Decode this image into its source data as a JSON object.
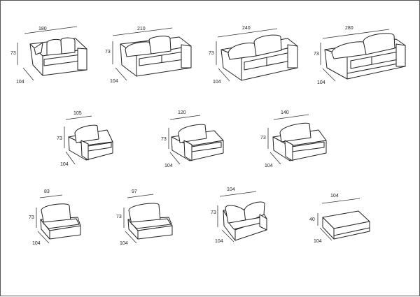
{
  "row1": [
    {
      "kind": "sofa",
      "width": "180",
      "height": "73",
      "depth": "104"
    },
    {
      "kind": "sofa",
      "width": "210",
      "height": "73",
      "depth": "104"
    },
    {
      "kind": "sofa",
      "width": "240",
      "height": "73",
      "depth": "104"
    },
    {
      "kind": "sofa",
      "width": "280",
      "height": "73",
      "depth": "104"
    }
  ],
  "row2": [
    {
      "kind": "arm-module",
      "width": "105",
      "height": "73",
      "depth": "104"
    },
    {
      "kind": "arm-module",
      "width": "120",
      "height": "73",
      "depth": "104"
    },
    {
      "kind": "arm-module",
      "width": "140",
      "height": "73",
      "depth": "104"
    }
  ],
  "row3": [
    {
      "kind": "armless-module",
      "width": "83",
      "height": "73",
      "depth": "104"
    },
    {
      "kind": "armless-module",
      "width": "97",
      "height": "73",
      "depth": "104"
    },
    {
      "kind": "corner-module",
      "width": "104",
      "height": "73",
      "depth": "104"
    },
    {
      "kind": "ottoman",
      "width": "104",
      "height": "40",
      "depth": "104"
    }
  ]
}
